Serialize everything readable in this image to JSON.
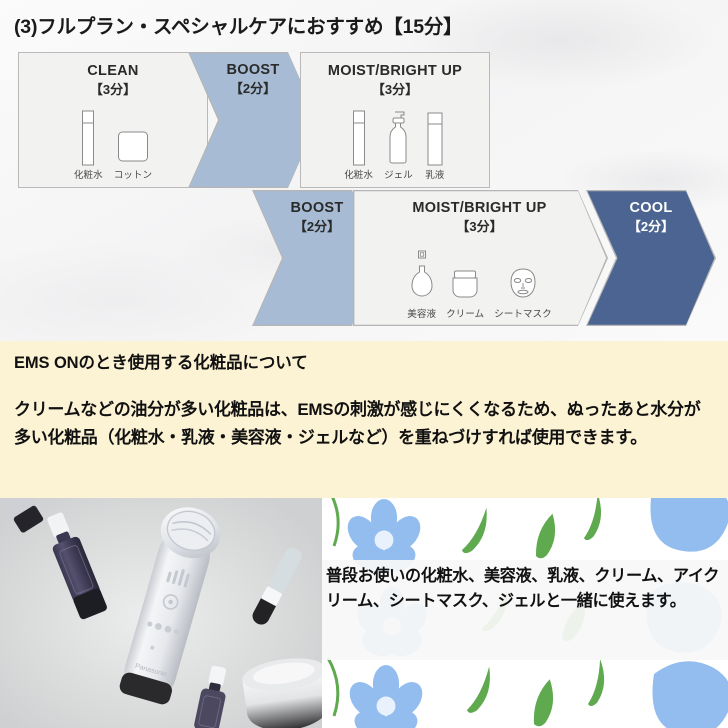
{
  "page": {
    "title": "(3)フルプラン・スペシャルケアにおすすめ【15分】"
  },
  "colors": {
    "chevron_light": "#a7bcd4",
    "chevron_dark": "#4b6491",
    "stage_bg": "#f2f2f1",
    "stage_border": "#b9b9b9",
    "note_bg": "#fcf2d4",
    "flower_blue": "#93bdee",
    "leaf_green": "#5faa4e"
  },
  "flow": {
    "row1": [
      {
        "name": "CLEAN",
        "time": "【3分】",
        "style": "box",
        "icons": [
          {
            "icon": "lotion-bottle-icon",
            "label": "化粧水"
          },
          {
            "icon": "cotton-pad-icon",
            "label": "コットン"
          }
        ]
      },
      {
        "name": "BOOST",
        "time": "【2分】",
        "style": "chevron-light",
        "icons": []
      },
      {
        "name": "MOIST/BRIGHT UP",
        "time": "【3分】",
        "style": "box",
        "icons": [
          {
            "icon": "lotion-bottle-icon",
            "label": "化粧水"
          },
          {
            "icon": "pump-bottle-icon",
            "label": "ジェル"
          },
          {
            "icon": "emulsion-bottle-icon",
            "label": "乳液"
          }
        ]
      }
    ],
    "row2": [
      {
        "name": "BOOST",
        "time": "【2分】",
        "style": "chevron-light",
        "icons": []
      },
      {
        "name": "MOIST/BRIGHT UP",
        "time": "【3分】",
        "style": "chevron-outline",
        "icons": [
          {
            "icon": "serum-dropper-icon",
            "label": "美容液"
          },
          {
            "icon": "cream-jar-icon",
            "label": "クリーム"
          },
          {
            "icon": "sheet-mask-icon",
            "label": "シートマスク"
          }
        ]
      },
      {
        "name": "COOL",
        "time": "【2分】",
        "style": "chevron-dark",
        "icons": []
      }
    ]
  },
  "note": {
    "heading": "EMS ONのとき使用する化粧品について",
    "body": "クリームなどの油分が多い化粧品は、EMSの刺激が感じにくくなるため、ぬったあと水分が多い化粧品（化粧水・乳液・美容液・ジェルなど）を重ねづけすれば使用できます。"
  },
  "bottom": {
    "photo_alt": "beauty-device-and-cosmetics-photo",
    "caption": "普段お使いの化粧水、美容液、乳液、クリーム、アイクリーム、シートマスク、ジェルと一緒に使えます。"
  }
}
